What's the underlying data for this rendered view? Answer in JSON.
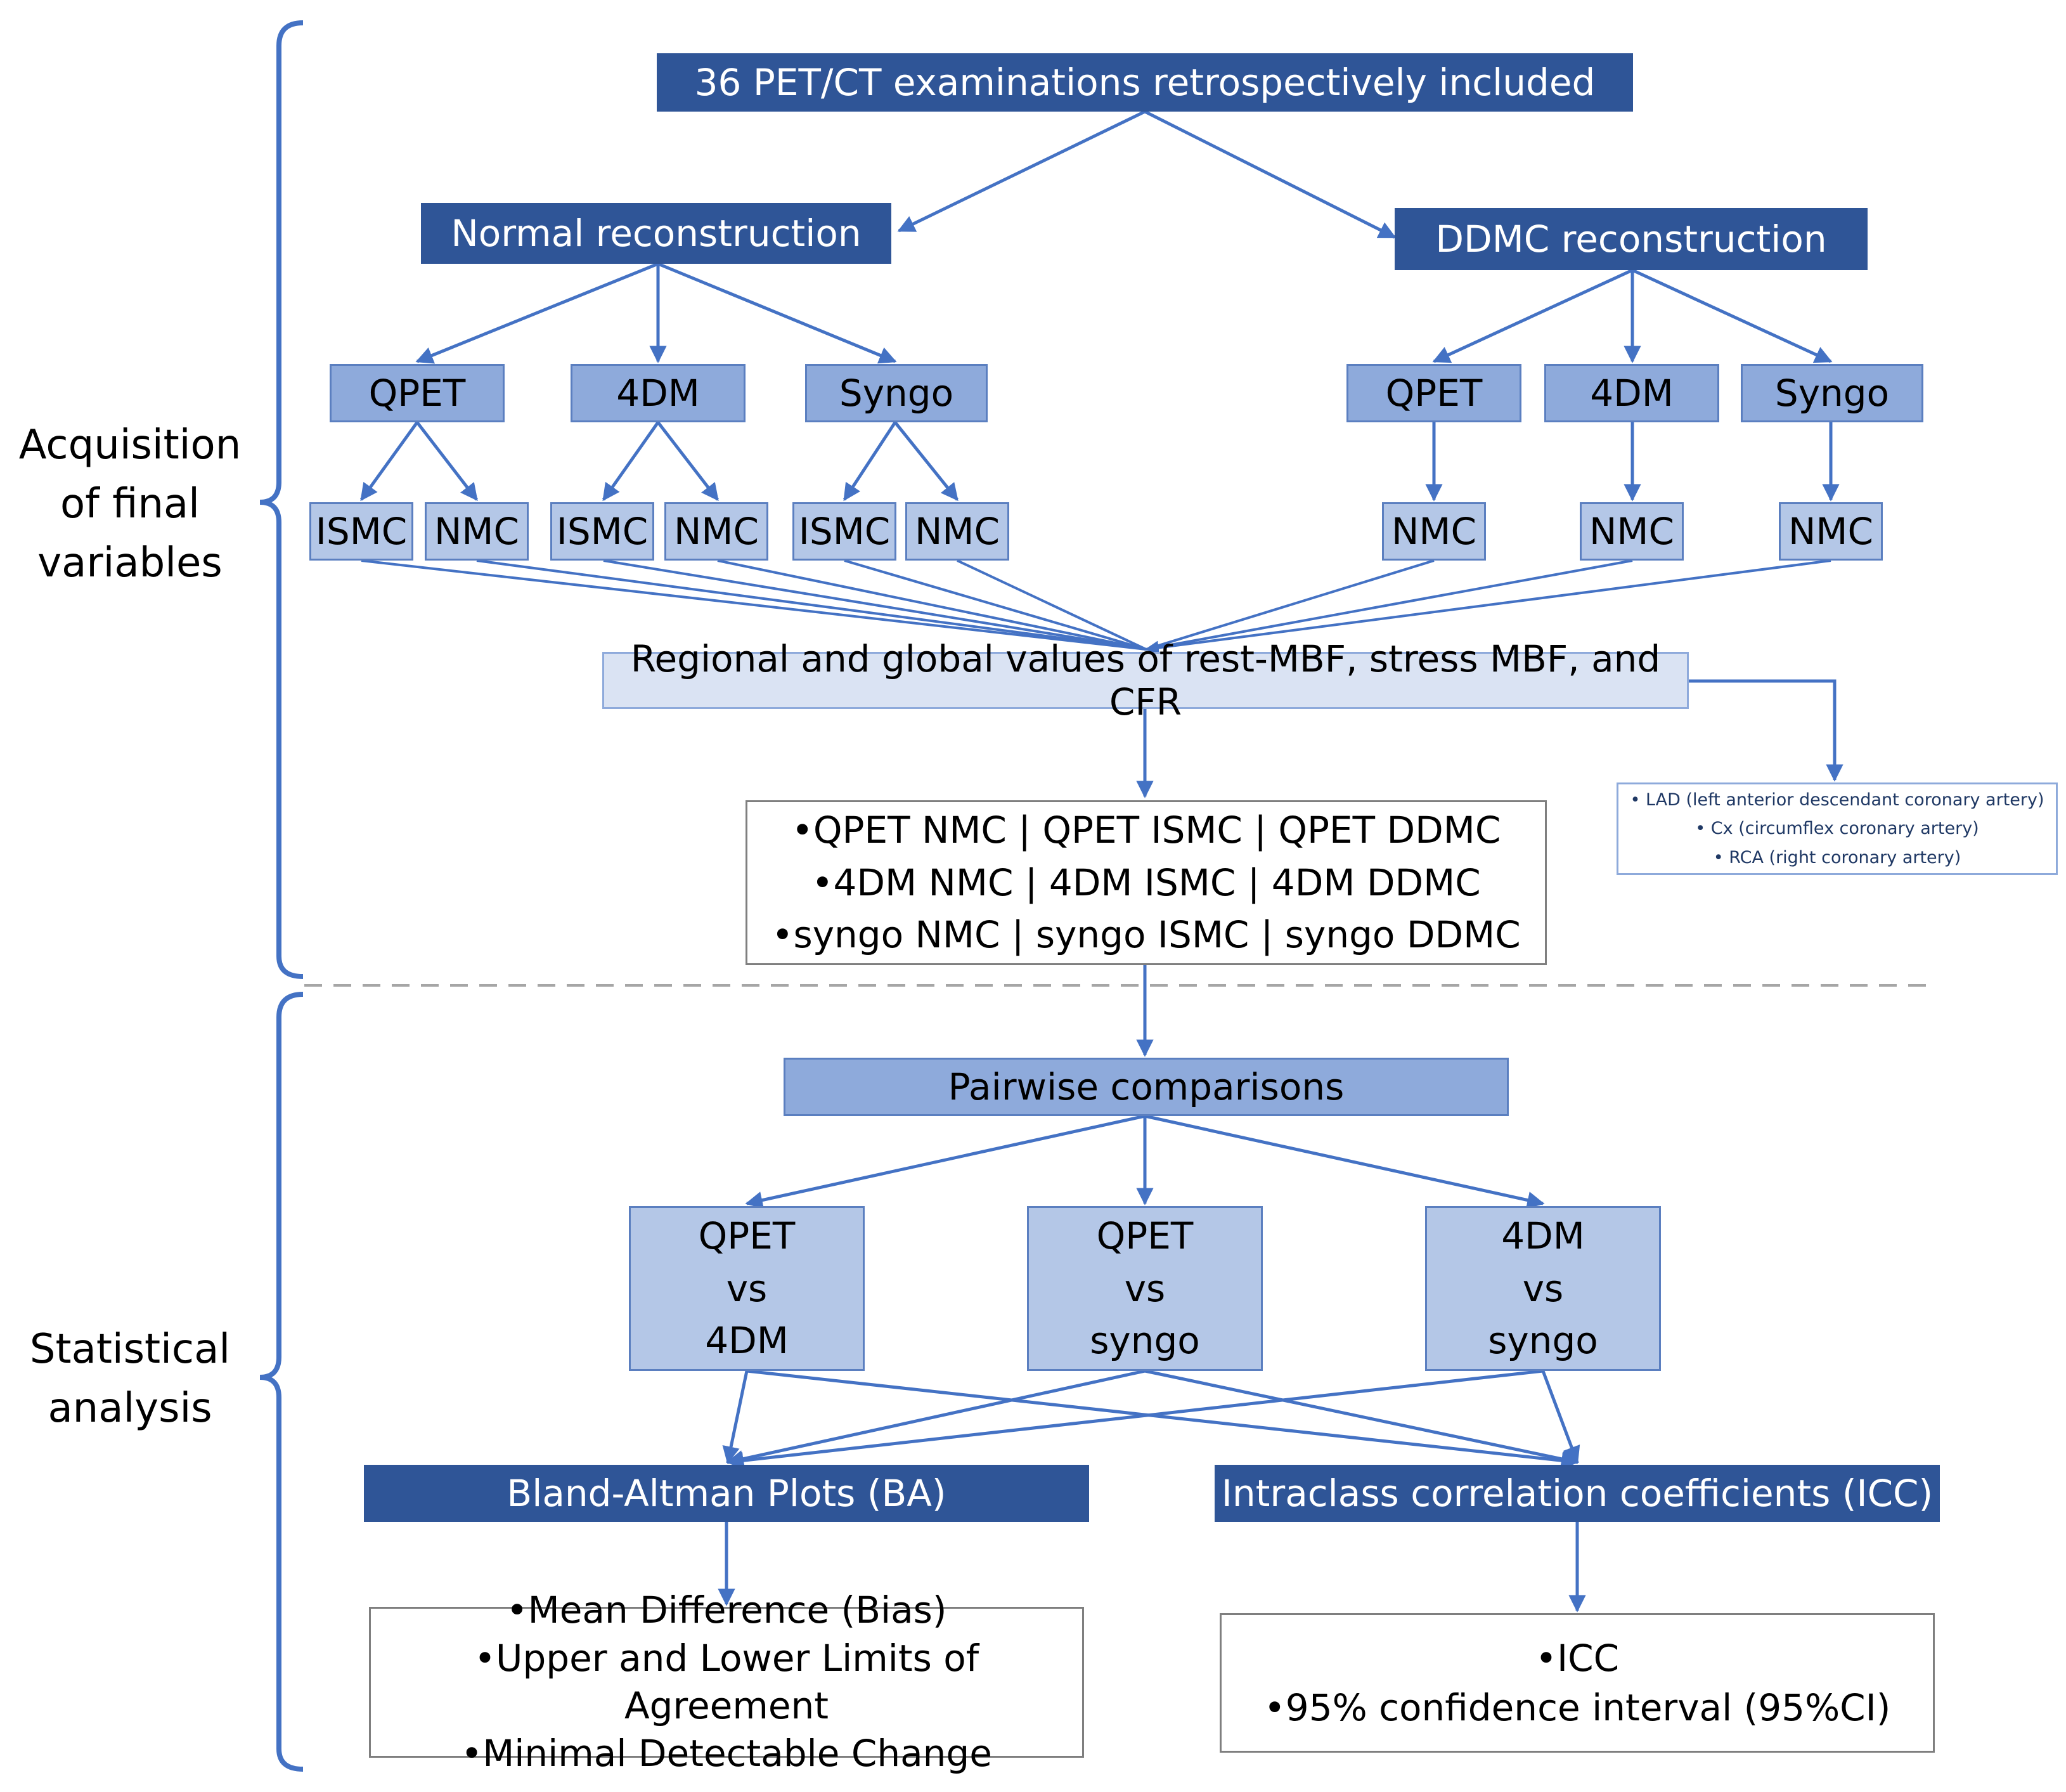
{
  "side_labels": {
    "acquisition": [
      "Acquisition",
      "of final",
      "variables"
    ],
    "statistical": [
      "Statistical",
      "analysis"
    ]
  },
  "top": "36 PET/CT examinations retrospectively included",
  "normal_recon": "Normal reconstruction",
  "ddmc_recon": "DDMC reconstruction",
  "normal_software": [
    "QPET",
    "4DM",
    "Syngo"
  ],
  "ddmc_software": [
    "QPET",
    "4DM",
    "Syngo"
  ],
  "normal_mc": [
    "ISMC",
    "NMC",
    "ISMC",
    "NMC",
    "ISMC",
    "NMC"
  ],
  "ddmc_mc": [
    "NMC",
    "NMC",
    "NMC"
  ],
  "regional": "Regional and global values of rest-MBF, stress MBF, and CFR",
  "legend": [
    "• LAD (left anterior descendant coronary artery)",
    "• Cx (circumflex coronary artery)",
    "• RCA (right coronary artery)"
  ],
  "combos": [
    "•QPET NMC | QPET ISMC | QPET DDMC",
    "•4DM NMC | 4DM ISMC | 4DM DDMC",
    "•syngo NMC | syngo ISMC | syngo DDMC"
  ],
  "pairwise": "Pairwise comparisons",
  "comparisons": [
    [
      "QPET",
      "vs",
      "4DM"
    ],
    [
      "QPET",
      "vs",
      "syngo"
    ],
    [
      "4DM",
      "vs",
      "syngo"
    ]
  ],
  "ba": "Bland-Altman Plots (BA)",
  "icc": "Intraclass correlation coefficients (ICC)",
  "ba_outputs": [
    "•Mean Difference (Bias)",
    "•Upper and Lower Limits of Agreement",
    "•Minimal Detectable Change"
  ],
  "icc_outputs": [
    "•ICC",
    "•95% confidence interval (95%CI)"
  ],
  "colors": {
    "dark": "#2f5597",
    "medium": "#8eaadb",
    "light": "#b4c7e7",
    "pale": "#dae3f3",
    "arrow": "#4472c4",
    "divider": "#a6a6a6"
  }
}
